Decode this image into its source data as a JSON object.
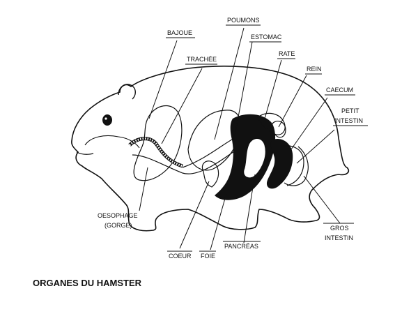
{
  "caption": "ORGANES DU HAMSTER",
  "labels": {
    "bajoue": "BAJOUE",
    "trachee": "TRACHÉE",
    "poumons": "POUMONS",
    "estomac": "ESTOMAC",
    "rate": "RATE",
    "rein": "REIN",
    "caecum": "CAECUM",
    "petit_1": "PETIT",
    "petit_2": "INTESTIN",
    "oesophage_1": "OESOPHAGE",
    "oesophage_2": "(GORGE)",
    "coeur": "COEUR",
    "foie": "FOIE",
    "pancreas": "PANCRÉAS",
    "gros_1": "GROS",
    "gros_2": "INTESTIN"
  }
}
